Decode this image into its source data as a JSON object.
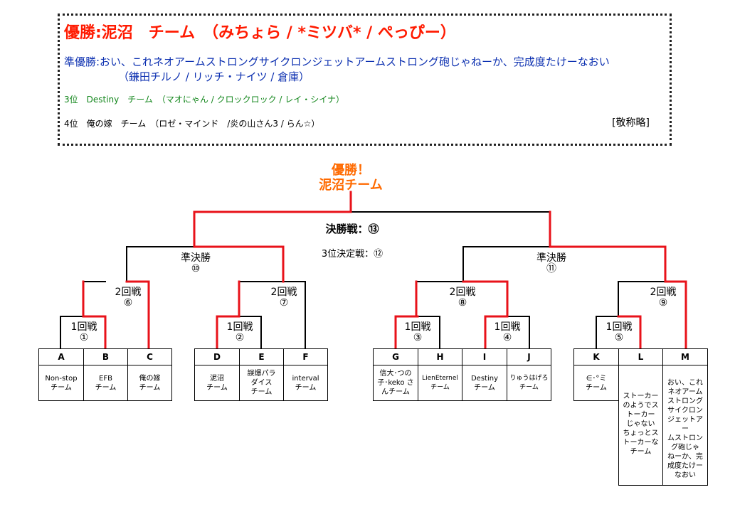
{
  "results": {
    "champion": "優勝:泥沼　チーム　（みちょら / *ミツバ* / ぺっぴー）",
    "runner_up": "準優勝:おい、これネオアームストロングサイクロンジェットアームストロング砲じゃねーか、完成度たけーなおい",
    "runner_up_members": "（鎌田チルノ / リッチ・ナイツ / 倉庫）",
    "third": "3位　Destiny　チーム　（マオにゃん / クロックロック / レイ・シイナ）",
    "fourth": "4位　俺の嫁　チーム　（ロゼ・マインド　/炎の山さん3 / らん☆）",
    "honorific": "[敬称略]"
  },
  "winner_banner": [
    "優勝！",
    "泥沼チーム"
  ],
  "final_label": "決勝戦：⑬",
  "third_place_label": "3位決定戦：⑫",
  "round_labels": {
    "semi_left": [
      "準決勝",
      "⑩"
    ],
    "semi_right": [
      "準決勝",
      "⑪"
    ],
    "r2_6": [
      "2回戦",
      "⑥"
    ],
    "r2_7": [
      "2回戦",
      "⑦"
    ],
    "r2_8": [
      "2回戦",
      "⑧"
    ],
    "r2_9": [
      "2回戦",
      "⑨"
    ],
    "r1_1": [
      "1回戦",
      "①"
    ],
    "r1_2": [
      "1回戦",
      "②"
    ],
    "r1_3": [
      "1回戦",
      "③"
    ],
    "r1_4": [
      "1回戦",
      "④"
    ],
    "r1_5": [
      "1回戦",
      "⑤"
    ]
  },
  "teams": [
    {
      "id": "A",
      "name": "Non-stop\nチーム"
    },
    {
      "id": "B",
      "name": "EFB\nチーム"
    },
    {
      "id": "C",
      "name": "俺の嫁\nチーム"
    },
    {
      "id": "D",
      "name": "泥沼\nチーム"
    },
    {
      "id": "E",
      "name": "誤爆パラ\nダイス\nチーム"
    },
    {
      "id": "F",
      "name": "interval\nチーム"
    },
    {
      "id": "G",
      "name": "信大･つの\n子･keko さ\nんチーム"
    },
    {
      "id": "H",
      "name": "LienEternel\nチーム"
    },
    {
      "id": "I",
      "name": "Destiny\nチーム"
    },
    {
      "id": "J",
      "name": "りゅうはげろ\nチーム"
    },
    {
      "id": "K",
      "name": "∈･°ミ\nチーム"
    },
    {
      "id": "L",
      "name": "ストーカー\nのようでス\nトーカー\nじゃない\nちょっとス\nトーカーな\nチーム"
    },
    {
      "id": "M",
      "name": "おい、これ\nネオアーム\nストロング\nサイクロン\nジェットアー\nムストロン\nグ砲じゃ\nねーか、完\n成度たけー\nなおい"
    }
  ],
  "colors": {
    "winner_path": "#e8121a",
    "bracket": "#000000",
    "banner": "#ff6a00"
  }
}
